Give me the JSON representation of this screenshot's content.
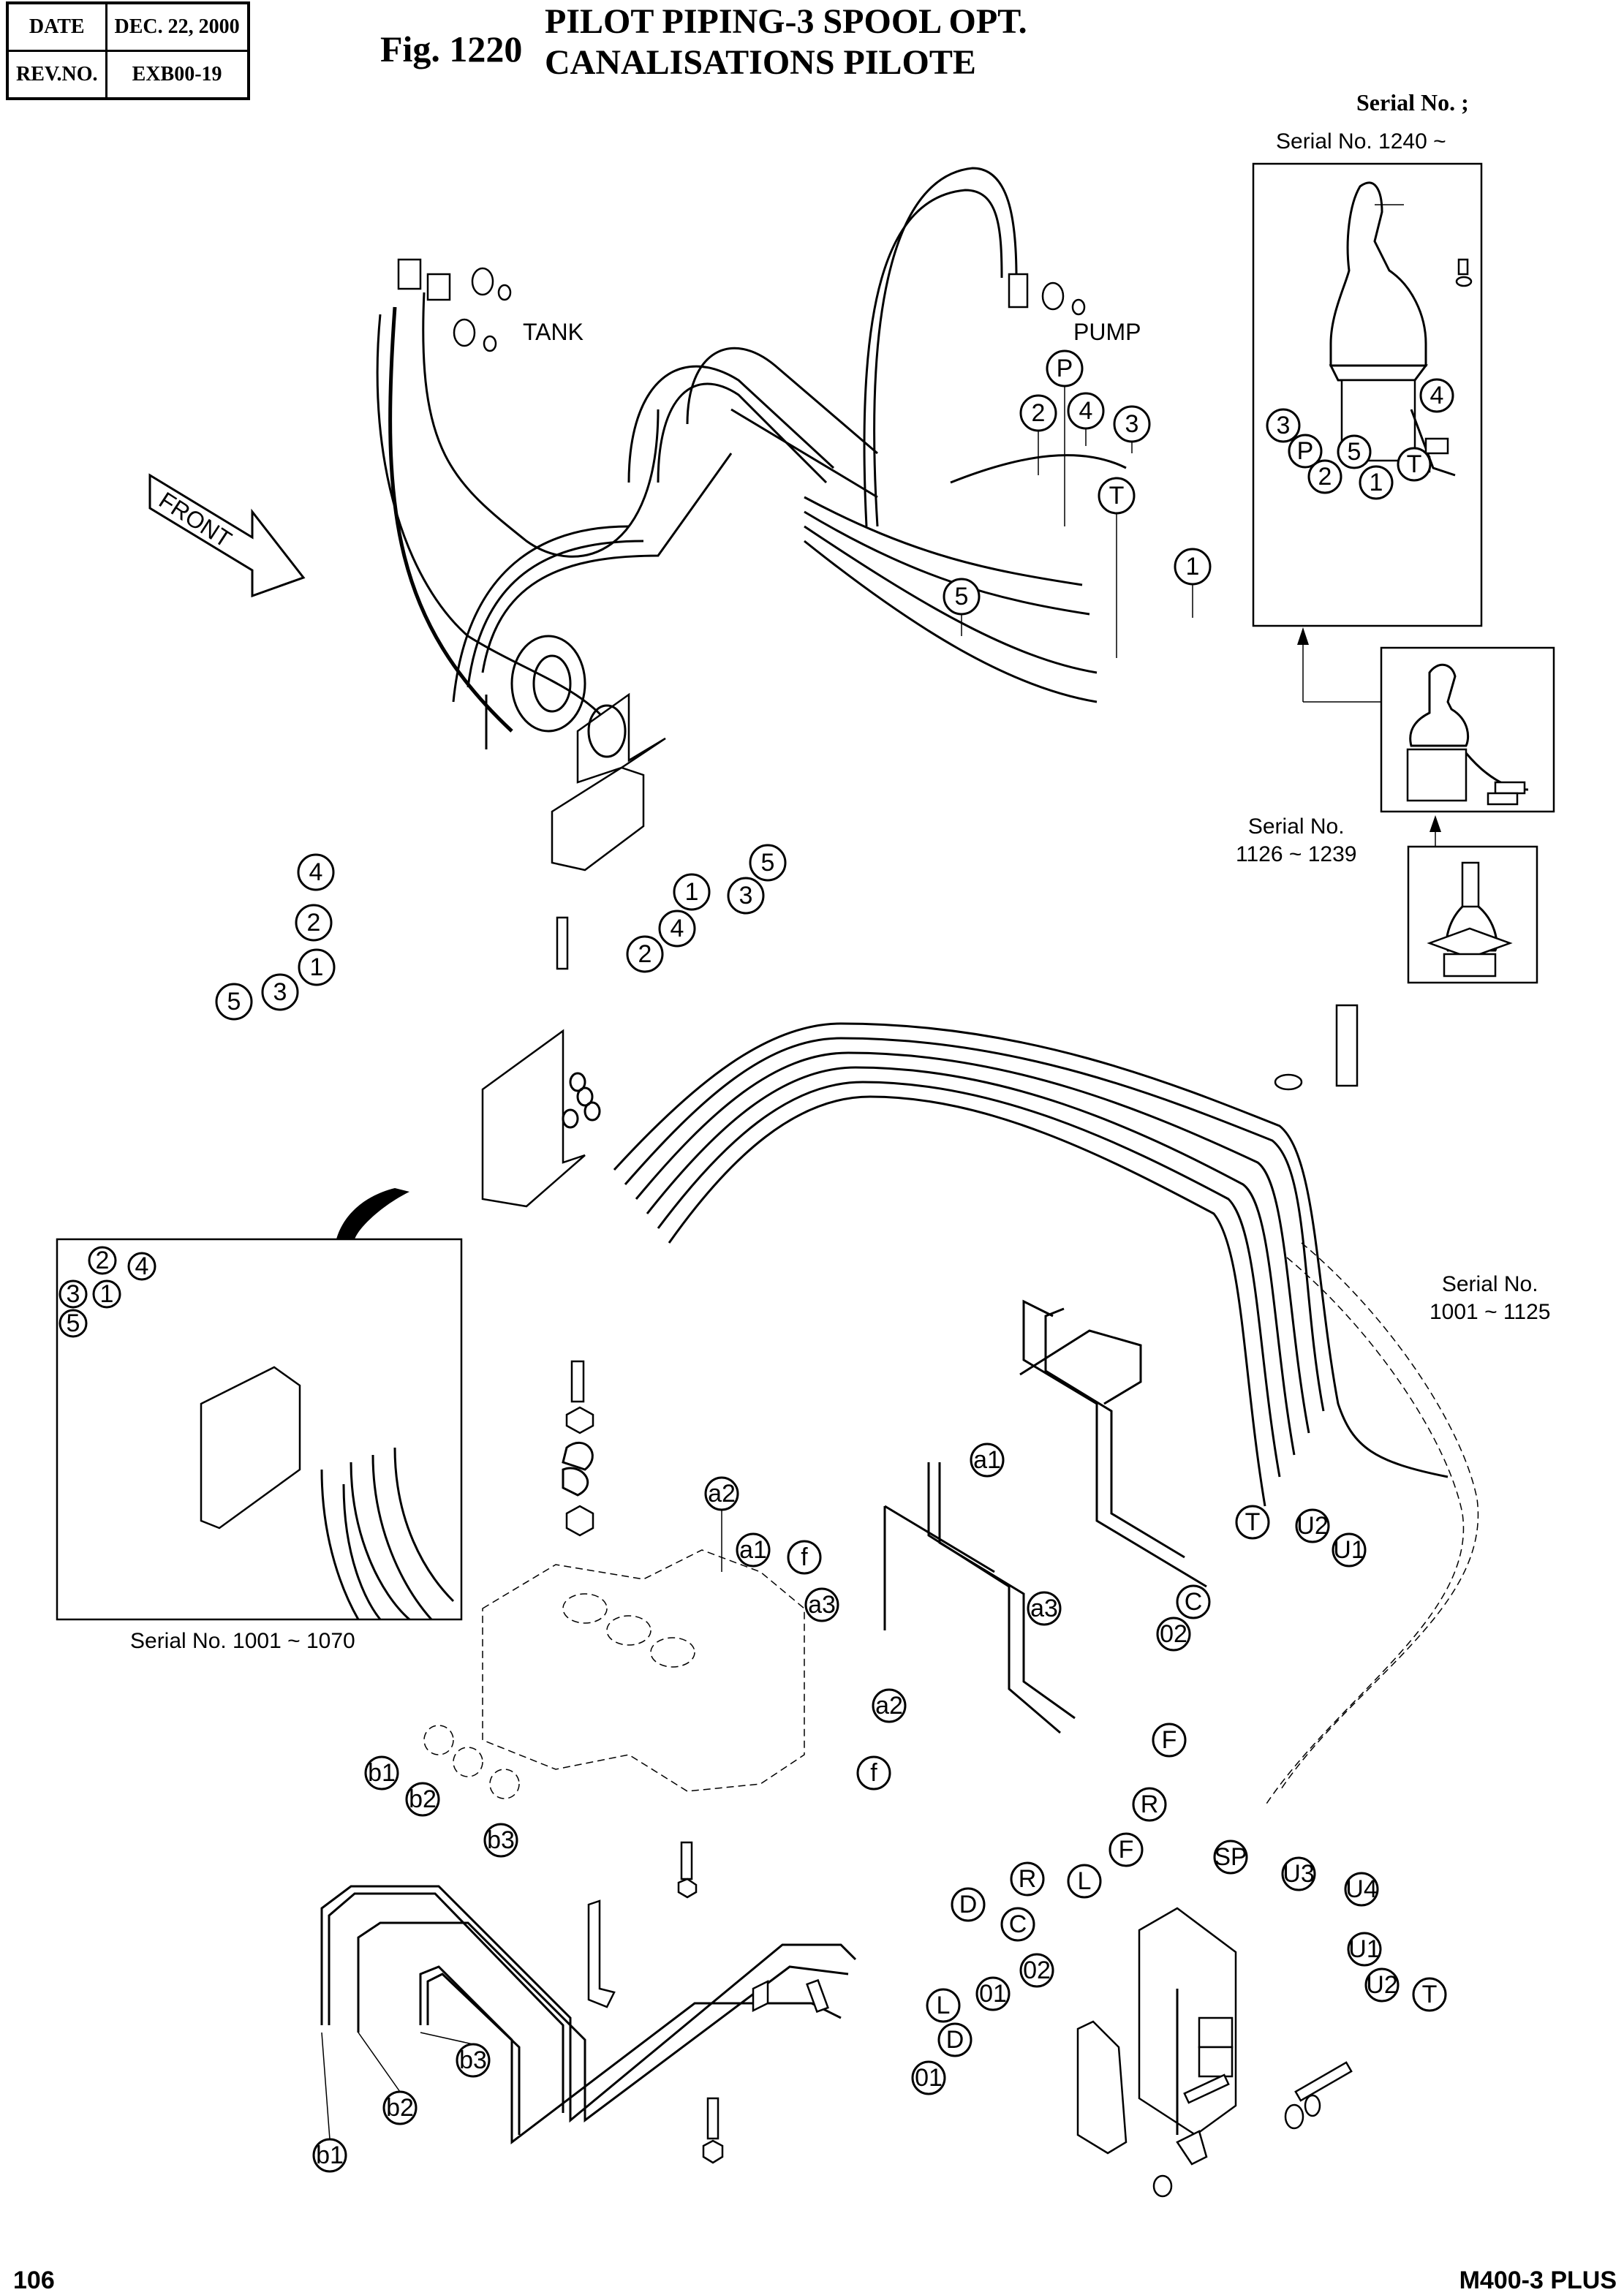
{
  "header": {
    "date_label": "DATE",
    "date_value": "DEC. 22, 2000",
    "rev_label": "REV.NO.",
    "rev_value": "EXB00-19"
  },
  "figure": {
    "number": "Fig. 1220",
    "title_en": "PILOT PIPING-3 SPOOL OPT.",
    "title_fr": "CANALISATIONS PILOTE"
  },
  "serials": {
    "heading": "Serial No. ;",
    "current": "Serial No. 1240 ~",
    "mid_label": "Serial No.",
    "mid_range": "1126 ~ 1239",
    "early_label": "Serial No.",
    "early_range": "1001 ~ 1125",
    "inset": "Serial No. 1001 ~ 1070",
    "joystick_note": ","
  },
  "labels": {
    "tank": "TANK",
    "pump": "PUMP",
    "front": "FRONT"
  },
  "callouts": {
    "top_ports": [
      "P",
      "2",
      "4",
      "3",
      "T",
      "1",
      "5"
    ],
    "joystick_ports": [
      "3",
      "P",
      "5",
      "2",
      "1",
      "T",
      "4"
    ],
    "block_ports": [
      "5",
      "1",
      "3",
      "4",
      "2"
    ],
    "bulkhead_left": [
      "4",
      "2",
      "1",
      "3",
      "5"
    ],
    "inset_ports": [
      "2",
      "4",
      "3",
      "1",
      "5"
    ],
    "valve": [
      "a2",
      "a1",
      "f",
      "a3",
      "b1",
      "b2",
      "b3"
    ],
    "mid_right": [
      "a1",
      "a3",
      "a2",
      "f",
      "T",
      "U2",
      "U1",
      "C",
      "02",
      "F",
      "R"
    ],
    "manifold": [
      "R",
      "L",
      "F",
      "SP",
      "U3",
      "U4",
      "D",
      "C",
      "02",
      "01",
      "U1",
      "U2",
      "T"
    ],
    "lower_pipes": [
      "L",
      "D",
      "01",
      "b3",
      "b2",
      "b1"
    ]
  },
  "footer": {
    "page": "106",
    "model": "M400-3 PLUS"
  }
}
